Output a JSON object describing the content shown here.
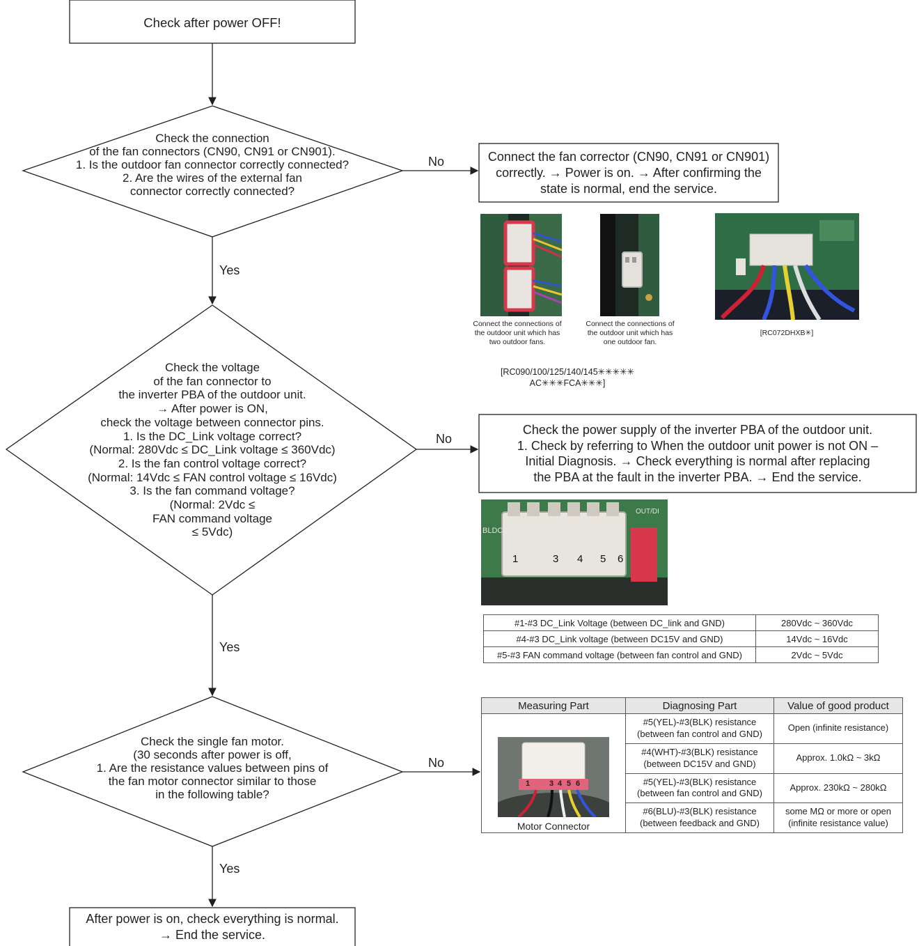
{
  "flow": {
    "start": "Check after power OFF!",
    "decision1": [
      "Check the connection",
      "of the fan connectors (CN90, CN91 or CN901).",
      "1. Is the outdoor fan connector correctly connected?",
      "2. Are the wires of the external fan",
      "connector correctly connected?"
    ],
    "decision2": [
      "Check the voltage",
      "of the fan connector to",
      "the inverter PBA  of  the outdoor unit.",
      "→  After power is ON,",
      "check the voltage between connector pins.",
      "1. Is the DC_Link voltage correct?",
      "(Normal: 280Vdc ≤ DC_Link voltage ≤ 360Vdc)",
      "2. Is the fan control voltage correct?",
      "(Normal: 14Vdc ≤  FAN control voltage ≤ 16Vdc)",
      "3. Is the fan command voltage?",
      "(Normal: 2Vdc ≤",
      "FAN command voltage",
      "≤ 5Vdc)"
    ],
    "decision3": [
      "Check the single fan motor.",
      "(30 seconds after power is off,",
      "1. Are the resistance values between pins of",
      "the fan motor connector similar to those",
      "in the following table?"
    ],
    "end": [
      "After power is on, check everything is normal.",
      "→ End the service."
    ],
    "action1": [
      "Connect the fan corrector (CN90, CN91 or CN901)",
      "correctly. → Power is on. → After confirming the",
      "state is normal, end the service."
    ],
    "action2": [
      "Check the power supply of the inverter PBA of the outdoor unit.",
      "1.  Check by referring to When the outdoor unit power is not ON –",
      "Initial Diagnosis. → Check everything is normal after replacing",
      "the PBA at the fault in the inverter PBA. → End the service."
    ],
    "labels": {
      "no1": "No",
      "yes1": "Yes",
      "no2": "No",
      "yes2": "Yes",
      "no3": "No",
      "yes3": "Yes"
    }
  },
  "photos": {
    "caption1": [
      "Connect the connections of",
      "the outdoor unit which has",
      "two outdoor fans."
    ],
    "caption2": [
      "Connect the connections of",
      "the outdoor unit which has",
      "one outdoor fan."
    ],
    "caption3": "[RC072DHXB✳]",
    "models": [
      "[RC090/100/125/140/145✳✳✳✳✳",
      "AC✳✳✳FCA✳✳✳]"
    ],
    "pins": [
      "1",
      "3",
      "4",
      "5",
      "6"
    ],
    "motor_caption": "Motor Connector"
  },
  "voltage_table": [
    [
      "#1-#3 DC_Link Voltage (between DC_link and GND)",
      "280Vdc ~ 360Vdc"
    ],
    [
      "#4-#3 DC_Link voltage (between DC15V and GND)",
      "14Vdc ~ 16Vdc"
    ],
    [
      "#5-#3 FAN command voltage (between fan control and GND)",
      "2Vdc ~ 5Vdc"
    ]
  ],
  "resistance_table": {
    "headers": [
      "Measuring Part",
      "Diagnosing Part",
      "Value of good product"
    ],
    "rows": [
      {
        "part": [
          "#5(YEL)-#3(BLK) resistance",
          "(between fan control and GND)"
        ],
        "value": [
          "Open (infinite resistance)"
        ]
      },
      {
        "part": [
          "#4(WHT)-#3(BLK) resistance",
          "(between DC15V and GND)"
        ],
        "value": [
          "Approx. 1.0kΩ ~ 3kΩ"
        ]
      },
      {
        "part": [
          "#5(YEL)-#3(BLK) resistance",
          "(between fan control and GND)"
        ],
        "value": [
          "Approx. 230kΩ ~ 280kΩ"
        ]
      },
      {
        "part": [
          "#6(BLU)-#3(BLK) resistance",
          "(between feedback and GND)"
        ],
        "value": [
          "some MΩ or more or open",
          "(infinite resistance value)"
        ]
      }
    ]
  },
  "colors": {
    "line": "#231f20",
    "header_bg": "#e6e6e6",
    "pcb_green": "#3d7a4a",
    "connector_red": "#d8384c"
  }
}
